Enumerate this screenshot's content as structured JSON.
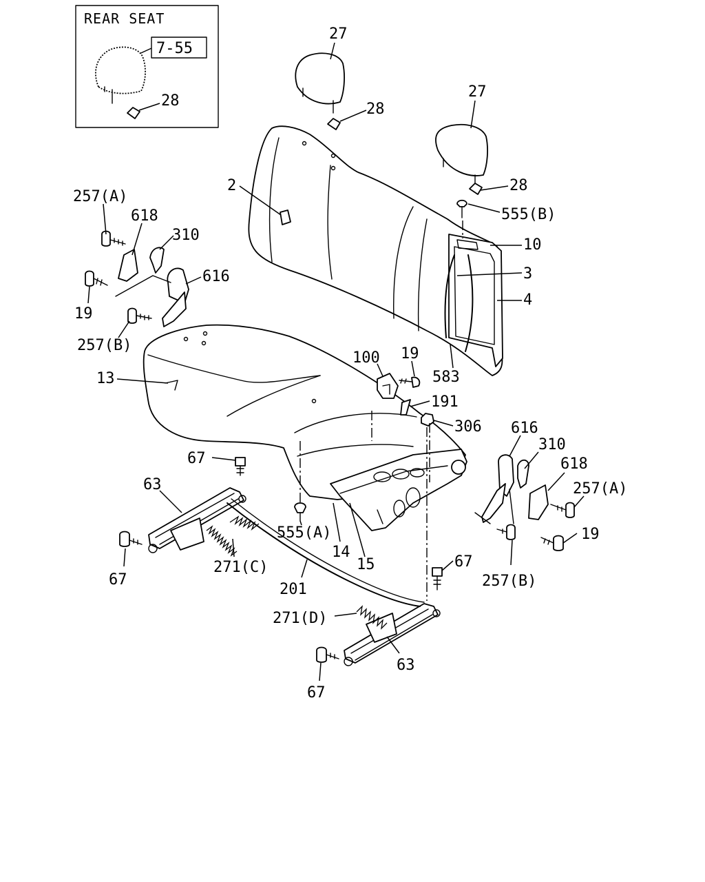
{
  "inset": {
    "title": "REAR SEAT",
    "ref": "7-55",
    "part": "28"
  },
  "labels": {
    "headrest_left": "27",
    "headrest_right": "27",
    "guide_left": "28",
    "guide_right": "28",
    "cover_tag": "2",
    "bolt_257a_left": "257(A)",
    "cover_618_left": "618",
    "lever_310_left": "310",
    "hinge_616_left": "616",
    "screw_19_left": "19",
    "bolt_257b_left": "257(B)",
    "clip_555b": "555(B)",
    "frame_10": "10",
    "wire_3": "3",
    "pad_4": "4",
    "frame_583": "583",
    "clip_100": "100",
    "screw_19_mid": "19",
    "strap_191": "191",
    "nut_306": "306",
    "cushion_13": "13",
    "hinge_616_right": "616",
    "lever_310_right": "310",
    "cover_618_right": "618",
    "bolt_257a_right": "257(A)",
    "screw_19_right": "19",
    "bolt_257b_right": "257(B)",
    "bolt_67_top_left": "67",
    "rail_63_left": "63",
    "clip_555a": "555(A)",
    "pan_14": "14",
    "frame_15": "15",
    "bolt_67_left": "67",
    "spring_271c": "271(C)",
    "cable_201": "201",
    "bolt_67_right": "67",
    "spring_271d": "271(D)",
    "rail_63_right": "63",
    "bolt_67_bottom": "67"
  }
}
